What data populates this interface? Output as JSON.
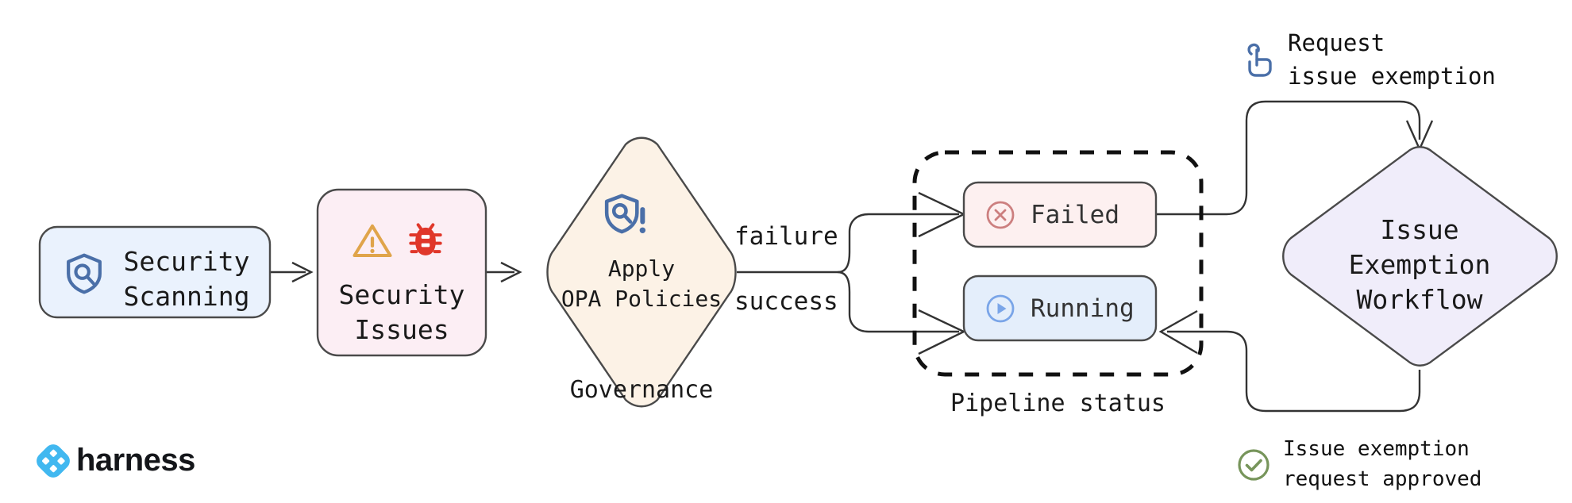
{
  "diagram": {
    "title": "Harness security scanning and issue exemption workflow",
    "background": "#ffffff"
  },
  "nodes": {
    "security_scanning": {
      "label": "Security\nScanning",
      "icon": "shield-search-icon",
      "fill": "#eaf2fd",
      "stroke": "#4a4a4a"
    },
    "security_issues": {
      "label": "Security\nIssues",
      "icons": [
        "warning-triangle-icon",
        "bug-icon"
      ],
      "fill": "#fceef4",
      "stroke": "#4a4a4a"
    },
    "apply_opa_policies": {
      "label": "Apply\nOPA Policies",
      "icon": "shield-policy-alert-icon",
      "caption": "Governance",
      "fill": "#fcf2e6",
      "stroke": "#4a4a4a"
    },
    "failed": {
      "label": "Failed",
      "icon": "x-circle-icon",
      "fill": "#fdf0f0",
      "stroke": "#4a4a4a",
      "icon_color": "#cc7f7f"
    },
    "running": {
      "label": "Running",
      "icon": "play-circle-icon",
      "fill": "#e4eefb",
      "stroke": "#4a4a4a",
      "icon_color": "#7aa5e8"
    },
    "pipeline_status_group": {
      "caption": "Pipeline status",
      "stroke": "#111111",
      "style": "dashed"
    },
    "issue_exemption_workflow": {
      "label": "Issue\nExemption\nWorkflow",
      "fill": "#f0edfa",
      "stroke": "#4a4a4a"
    }
  },
  "edges": {
    "failure_label": "failure",
    "success_label": "success"
  },
  "annotations": {
    "request": {
      "icon": "click-hand-icon",
      "icon_color": "#4a6fa8",
      "line1": "Request",
      "line2": "issue exemption"
    },
    "approved": {
      "icon": "check-circle-icon",
      "icon_color": "#77955b",
      "line1": "Issue exemption",
      "line2": "request approved"
    }
  },
  "branding": {
    "logo_icon": "harness-logo-icon",
    "logo_color": "#41b8f0",
    "name": "harness"
  }
}
